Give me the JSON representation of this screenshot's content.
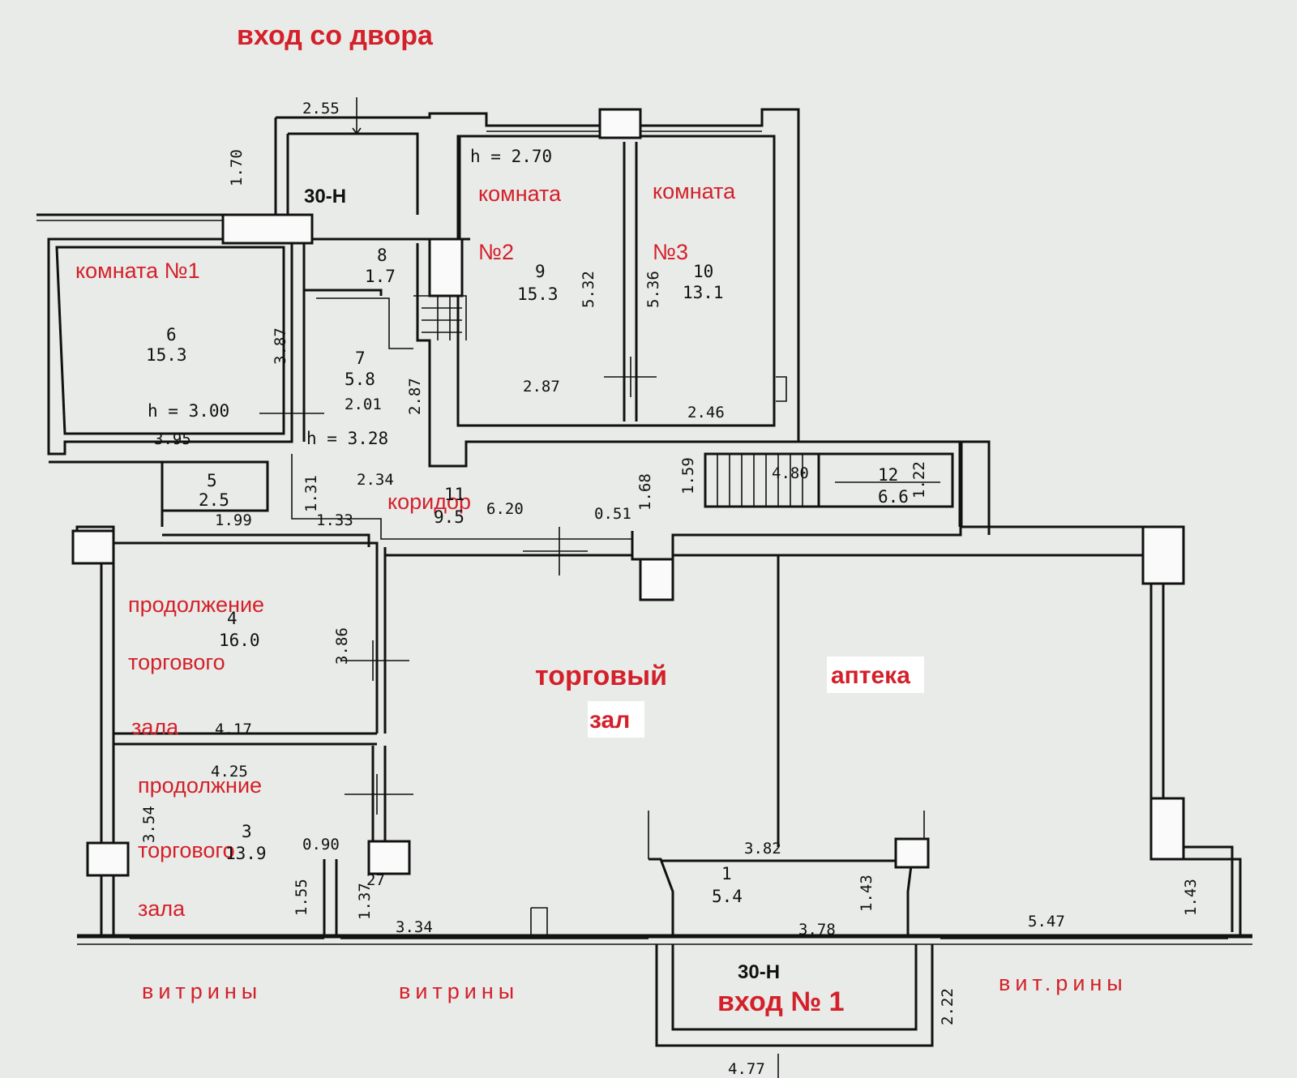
{
  "labels": {
    "courtyard_entrance": "вход со двора",
    "room1": "комната №1",
    "room2_line1": "комната",
    "room2_line2": "№2",
    "room3_line1": "комната",
    "room3_line2": "№3",
    "corridor": "коридор",
    "hall4_line1": "продолжение",
    "hall4_line2": "торгового",
    "hall4_line3": "зала",
    "hall3_line1": "продолжние",
    "hall3_line2": "торгового",
    "hall3_line3": "зала",
    "main_hall_line1": "торговый",
    "main_hall_line2": "зал",
    "pharmacy": "аптека",
    "entrance1": "вход № 1",
    "vitrines": [
      "витрины",
      "витрины",
      "вит.рины"
    ]
  },
  "plan_codes": {
    "top": "30-Н",
    "bottom": "30-Н"
  },
  "rooms": [
    {
      "no": "6",
      "area": "15.3"
    },
    {
      "no": "7",
      "area": "5.8"
    },
    {
      "no": "8",
      "area": "1.7"
    },
    {
      "no": "9",
      "area": "15.3"
    },
    {
      "no": "10",
      "area": "13.1"
    },
    {
      "no": "5",
      "area": "2.5"
    },
    {
      "no": "11",
      "area": "9.5"
    },
    {
      "no": "12",
      "area": "6.6"
    },
    {
      "no": "4",
      "area": "16.0"
    },
    {
      "no": "3",
      "area": "13.9"
    },
    {
      "no": "1",
      "area": "5.4"
    }
  ],
  "heights": {
    "h1": "h = 2.70",
    "h2": "h = 3.00",
    "h3": "h = 3.28"
  },
  "dimensions": {
    "d255": "2.55",
    "d170": "1.70",
    "d387": "3.87",
    "d395": "3.95",
    "d201": "2.01",
    "d287a": "2.87",
    "d532": "5.32",
    "d536": "5.36",
    "d287b": "2.87",
    "d246": "2.46",
    "d234": "2.34",
    "d131": "1.31",
    "d199": "1.99",
    "d133": "1.33",
    "d620": "6.20",
    "d051": "0.51",
    "d168": "1.68",
    "d159": "1.59",
    "d480": "4.80",
    "d122": "1.22",
    "d386": "3.86",
    "d417": "4.17",
    "d425": "4.25",
    "d090": "0.90",
    "d354": "3.54",
    "d155": "1.55",
    "d137": "1.37",
    "d027": "27",
    "d334": "3.34",
    "d382": "3.82",
    "d143a": "1.43",
    "d378": "3.78",
    "d547": "5.47",
    "d143b": "1.43",
    "d222": "2.22",
    "d477": "4.77"
  }
}
